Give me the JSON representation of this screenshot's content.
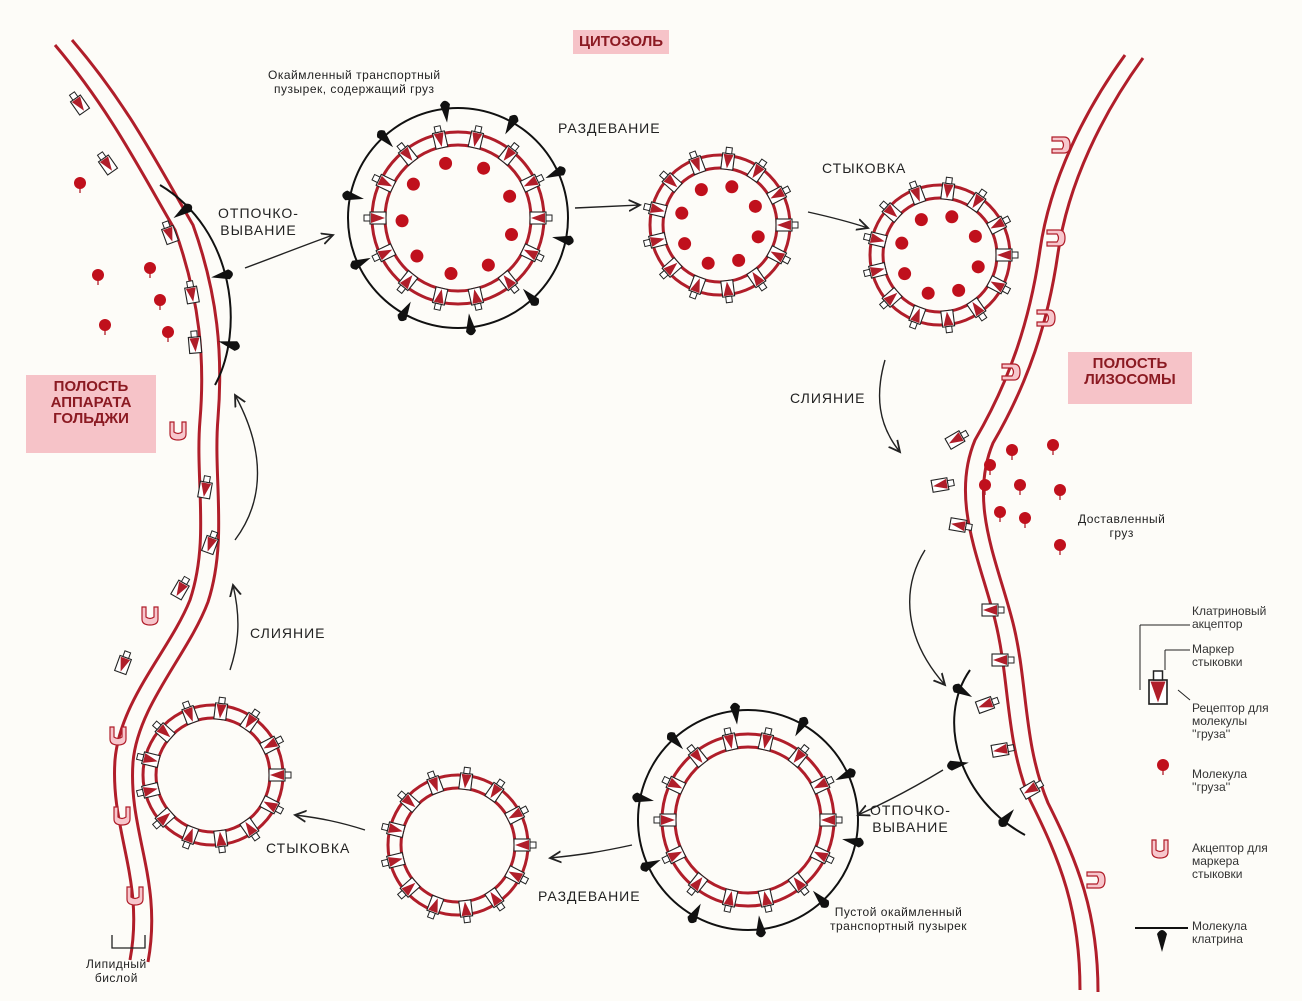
{
  "regions": {
    "cytosol": "ЦИТОЗОЛЬ",
    "golgi": "ПОЛОСТЬ\nАППАРАТА\nГОЛЬДЖИ",
    "lysosome": "ПОЛОСТЬ\nЛИЗОСОМЫ"
  },
  "steps": {
    "budding_top": "ОТПОЧКО-\nВЫВАНИЕ",
    "uncoating_top": "РАЗДЕВАНИЕ",
    "docking_top": "СТЫКОВКА",
    "fusion_right": "СЛИЯНИЕ",
    "budding_bottom": "ОТПОЧКО-\nВЫВАНИЕ",
    "uncoating_bottom": "РАЗДЕВАНИЕ",
    "docking_bottom": "СТЫКОВКА",
    "fusion_left": "СЛИЯНИЕ"
  },
  "notes": {
    "coated_vesicle_cargo": "Окаймленный транспортный\nпузырек, содержащий груз",
    "delivered_cargo": "Доставленный\nгруз",
    "empty_coated_vesicle": "Пустой окаймленный\nтранспортный пузырек",
    "lipid_bilayer": "Липидный\nбислой"
  },
  "legend": {
    "clathrin_acceptor": "Клатриновый\nакцептор",
    "docking_marker": "Маркер\nстыковки",
    "cargo_receptor": "Рецептор для\nмолекулы\n''груза''",
    "cargo_molecule": "Молекула\n''груза''",
    "marker_acceptor": "Акцептор для\nмаркера\nстыковки",
    "clathrin_molecule": "Молекула\nклатрина"
  },
  "colors": {
    "membrane": "#b01e2a",
    "cargo": "#c0101c",
    "clathrin": "#111111",
    "region_bg": "#f6c3c8",
    "acceptor_fill": "#f7c6cc"
  }
}
